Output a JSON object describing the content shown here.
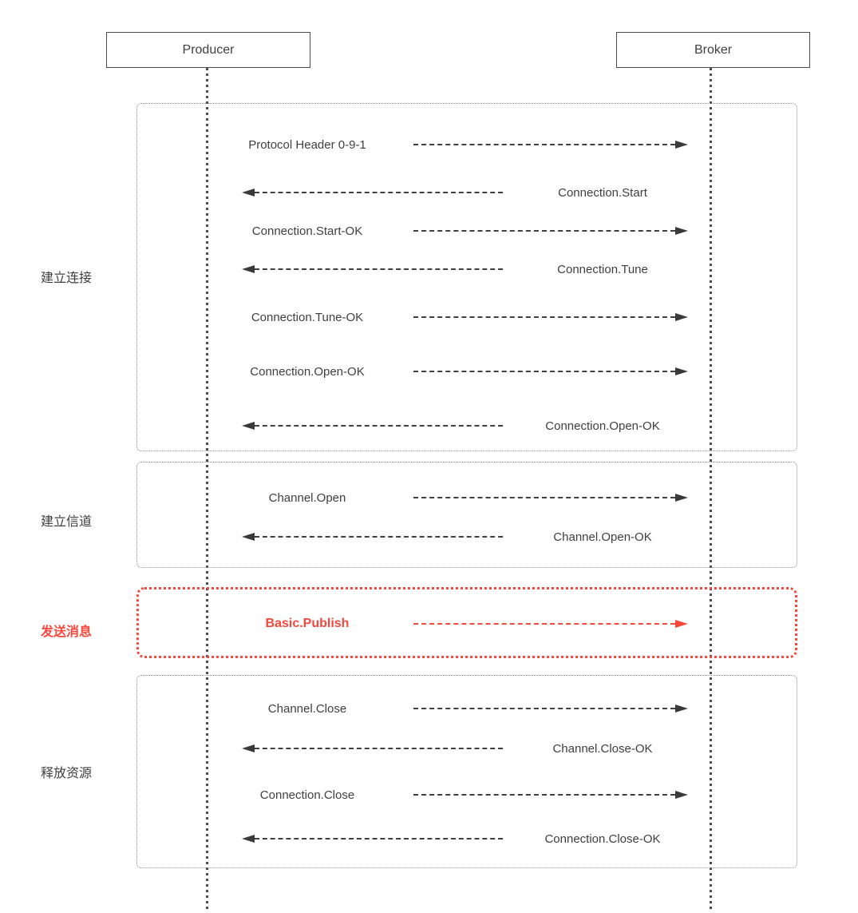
{
  "diagram": {
    "title": "AMQP producer message flow sequence",
    "actors": [
      {
        "id": "producer",
        "label": "Producer"
      },
      {
        "id": "broker",
        "label": "Broker"
      }
    ],
    "colors": {
      "line": "#3f3f3f",
      "text": "#3f3f3f",
      "accent_red": "#f5483c",
      "group_border": "#8a8a8a"
    },
    "phases": [
      {
        "label": "建立连接",
        "highlight": false
      },
      {
        "label": "建立信道",
        "highlight": false
      },
      {
        "label": "发送消息",
        "highlight": true
      },
      {
        "label": "释放资源",
        "highlight": false
      }
    ],
    "messages": [
      {
        "label": "Protocol Header 0-9-1",
        "direction": "right",
        "phase": 0,
        "highlight": false
      },
      {
        "label": "Connection.Start",
        "direction": "left",
        "phase": 0,
        "highlight": false
      },
      {
        "label": "Connection.Start-OK",
        "direction": "right",
        "phase": 0,
        "highlight": false
      },
      {
        "label": "Connection.Tune",
        "direction": "left",
        "phase": 0,
        "highlight": false
      },
      {
        "label": "Connection.Tune-OK",
        "direction": "right",
        "phase": 0,
        "highlight": false
      },
      {
        "label": "Connection.Open-OK",
        "direction": "right",
        "phase": 0,
        "highlight": false
      },
      {
        "label": "Connection.Open-OK",
        "direction": "left",
        "phase": 0,
        "highlight": false
      },
      {
        "label": "Channel.Open",
        "direction": "right",
        "phase": 1,
        "highlight": false
      },
      {
        "label": "Channel.Open-OK",
        "direction": "left",
        "phase": 1,
        "highlight": false
      },
      {
        "label": "Basic.Publish",
        "direction": "right",
        "phase": 2,
        "highlight": true
      },
      {
        "label": "Channel.Close",
        "direction": "right",
        "phase": 3,
        "highlight": false
      },
      {
        "label": "Channel.Close-OK",
        "direction": "left",
        "phase": 3,
        "highlight": false
      },
      {
        "label": "Connection.Close",
        "direction": "right",
        "phase": 3,
        "highlight": false
      },
      {
        "label": "Connection.Close-OK",
        "direction": "left",
        "phase": 3,
        "highlight": false
      }
    ]
  }
}
